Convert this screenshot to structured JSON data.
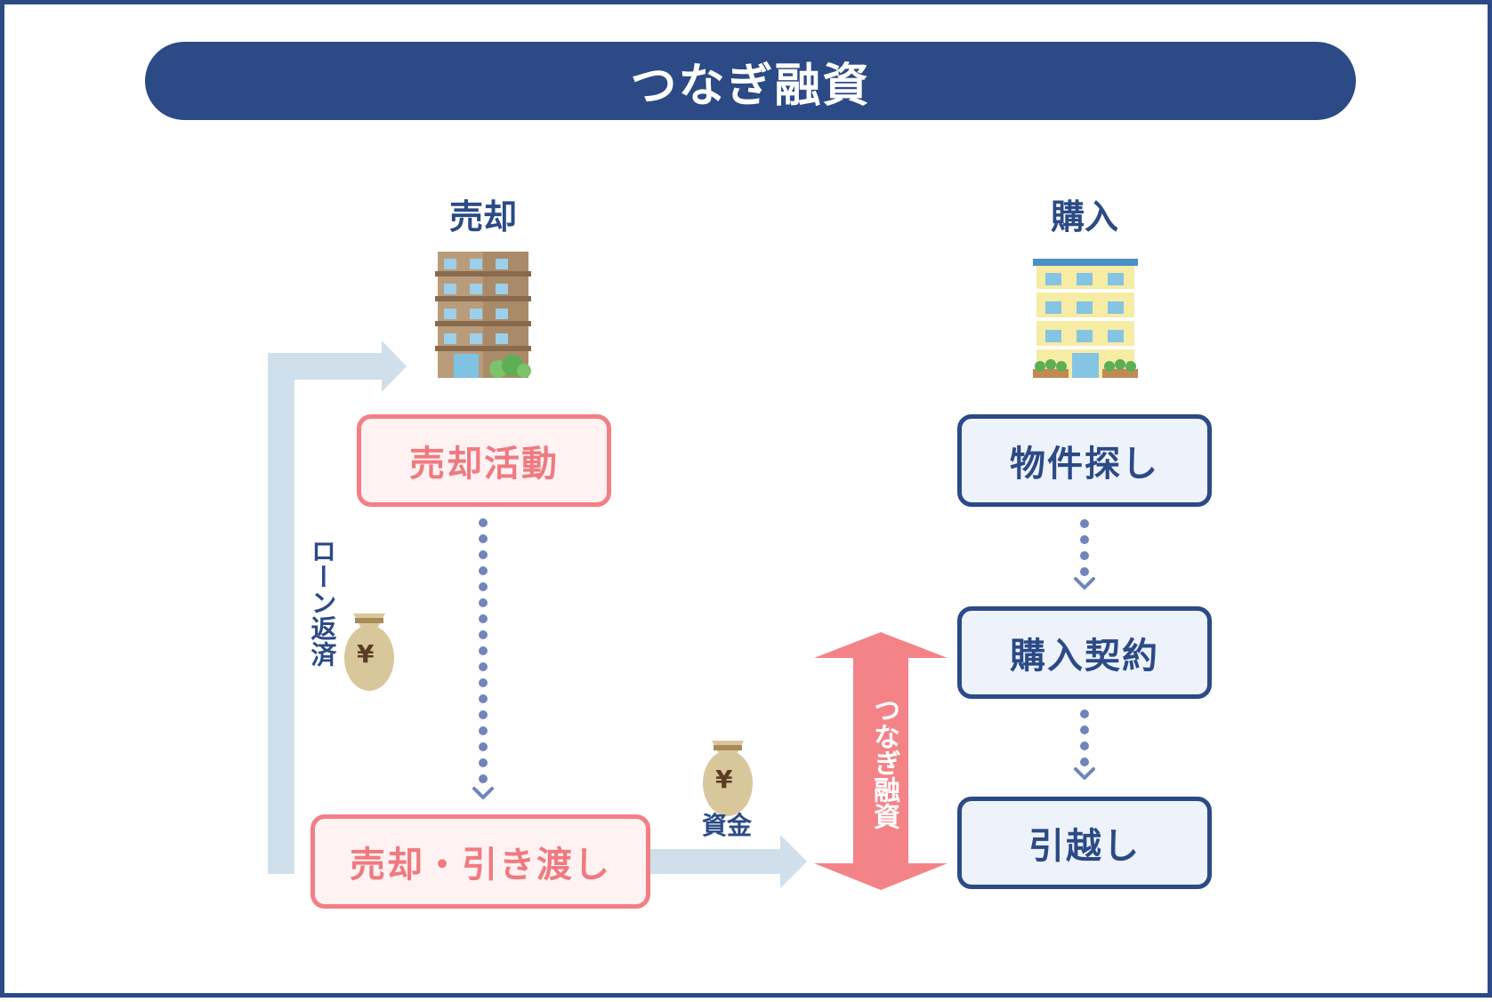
{
  "title": "つなぎ融資",
  "sell": {
    "heading": "売却",
    "step1": "売却活動",
    "step2": "売却・引き渡し",
    "loan_label": "ローン返済",
    "fund_label": "資金"
  },
  "buy": {
    "heading": "購入",
    "step1": "物件探し",
    "step2": "購入契約",
    "step3": "引越し"
  },
  "bridge_label": "つなぎ融資",
  "moneybag_symbol": "¥",
  "colors": {
    "navy": "#2b4a86",
    "pink": "#f37f85",
    "light_blue_arrow": "#cfe0ec",
    "bridge_arrow": "#f48387"
  }
}
